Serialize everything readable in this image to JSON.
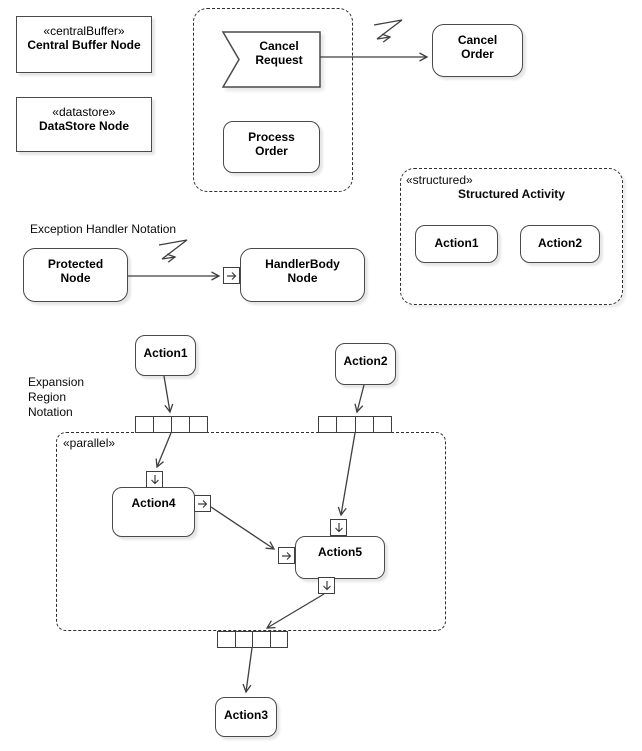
{
  "colors": {
    "stroke": "#3f3f3f",
    "node_border": "#4a4a4a",
    "region_dash": "#2e2e2e",
    "text": "#000000",
    "node_fill": "#ffffff"
  },
  "object_nodes": {
    "central_buffer": {
      "stereotype": "«centralBuffer»",
      "label": "Central Buffer Node"
    },
    "datastore": {
      "stereotype": "«datastore»",
      "label": "DataStore Node"
    }
  },
  "interruptible_region": {
    "accept_event_label": "Cancel Request",
    "action_label": "Process Order"
  },
  "cancel_order_label": "Cancel Order",
  "structured_activity": {
    "stereotype": "«structured»",
    "title": "Structured Activity",
    "actions": [
      "Action1",
      "Action2"
    ]
  },
  "exception_handler": {
    "caption": "Exception Handler Notation",
    "protected_label": "Protected Node",
    "handler_label": "HandlerBody Node"
  },
  "expansion_region": {
    "caption": "Expansion Region Notation",
    "stereotype": "«parallel»",
    "input_actions": [
      "Action1",
      "Action2"
    ],
    "inner_actions": [
      "Action4",
      "Action5"
    ],
    "output_action": "Action3"
  }
}
